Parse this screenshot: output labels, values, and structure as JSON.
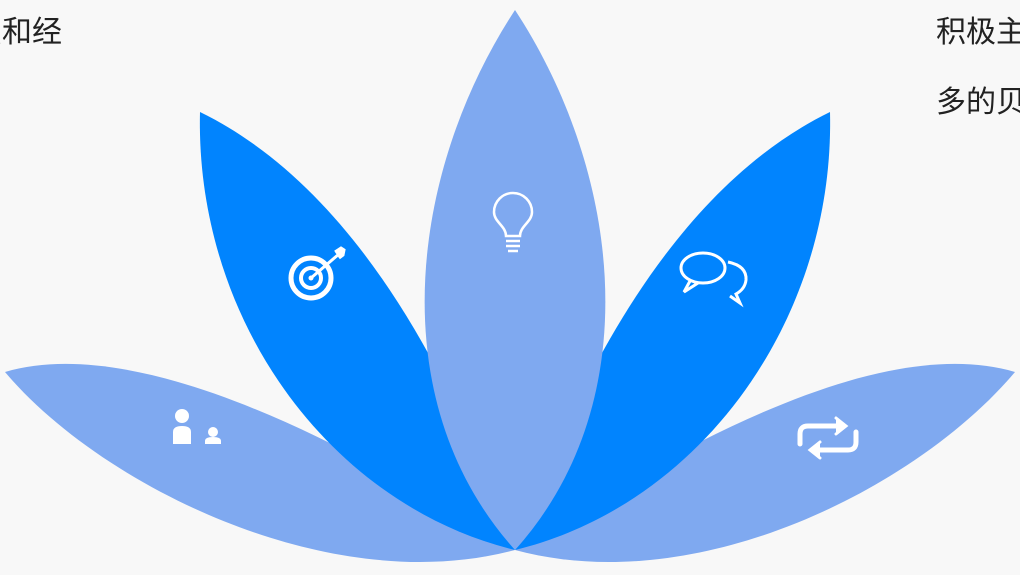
{
  "texts": {
    "left_line_1": "识和经",
    "right_line_1": "积极主",
    "right_line_2": "多的贝"
  },
  "colors": {
    "background": "#f8f8f8",
    "petal_light": "#7fa9f0",
    "petal_dark": "#0184fe",
    "icon": "#ffffff"
  },
  "petals": [
    {
      "name": "outer-left-petal",
      "icon": "people-icon"
    },
    {
      "name": "inner-left-petal",
      "icon": "target-icon"
    },
    {
      "name": "center-petal",
      "icon": "lightbulb-icon"
    },
    {
      "name": "inner-right-petal",
      "icon": "chat-icon"
    },
    {
      "name": "outer-right-petal",
      "icon": "repeat-icon"
    }
  ]
}
